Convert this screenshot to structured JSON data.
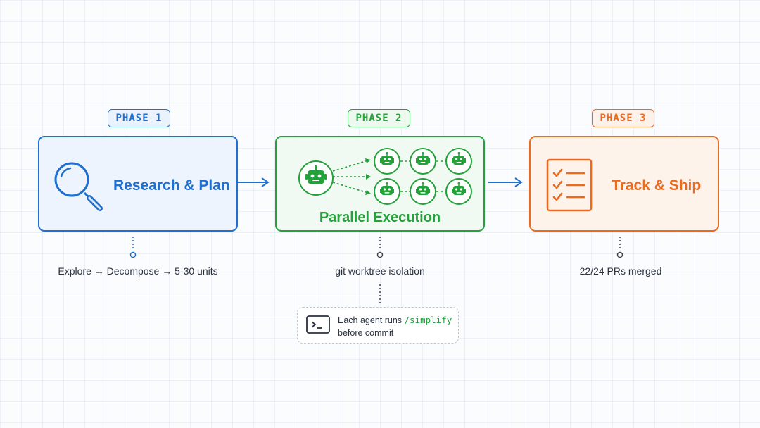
{
  "phases": [
    {
      "badge": "PHASE 1",
      "title": "Research & Plan",
      "caption": "Explore → Decompose → 5-30 units",
      "color": "#1f6fd1",
      "icon": "magnifier-icon"
    },
    {
      "badge": "PHASE 2",
      "title": "Parallel Execution",
      "caption": "git worktree isolation",
      "color": "#24a13a",
      "icon": "robot-icon"
    },
    {
      "badge": "PHASE 3",
      "title": "Track & Ship",
      "caption": "22/24 PRs merged",
      "color": "#ea6a1f",
      "icon": "checklist-icon"
    }
  ],
  "note": {
    "line1_prefix": "Each agent runs ",
    "line1_command": "/simplify",
    "line2": "before commit",
    "icon": "terminal-icon"
  }
}
